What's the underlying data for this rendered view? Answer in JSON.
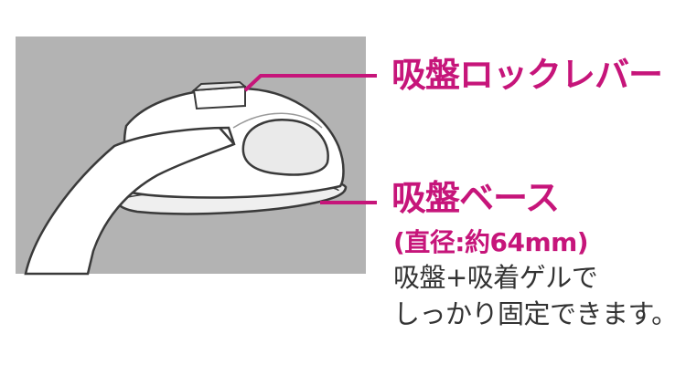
{
  "labels": {
    "lever": "吸盤ロックレバー",
    "base": "吸盤ベース",
    "diameter": "(直径:約64mm)"
  },
  "description": {
    "line1": "吸盤+吸着ゲルで",
    "line2": "しっかり固定できます。"
  },
  "colors": {
    "accent": "#c6157a",
    "text": "#333333",
    "surface": "#b3b3b3",
    "line": "#3a3a3a"
  }
}
